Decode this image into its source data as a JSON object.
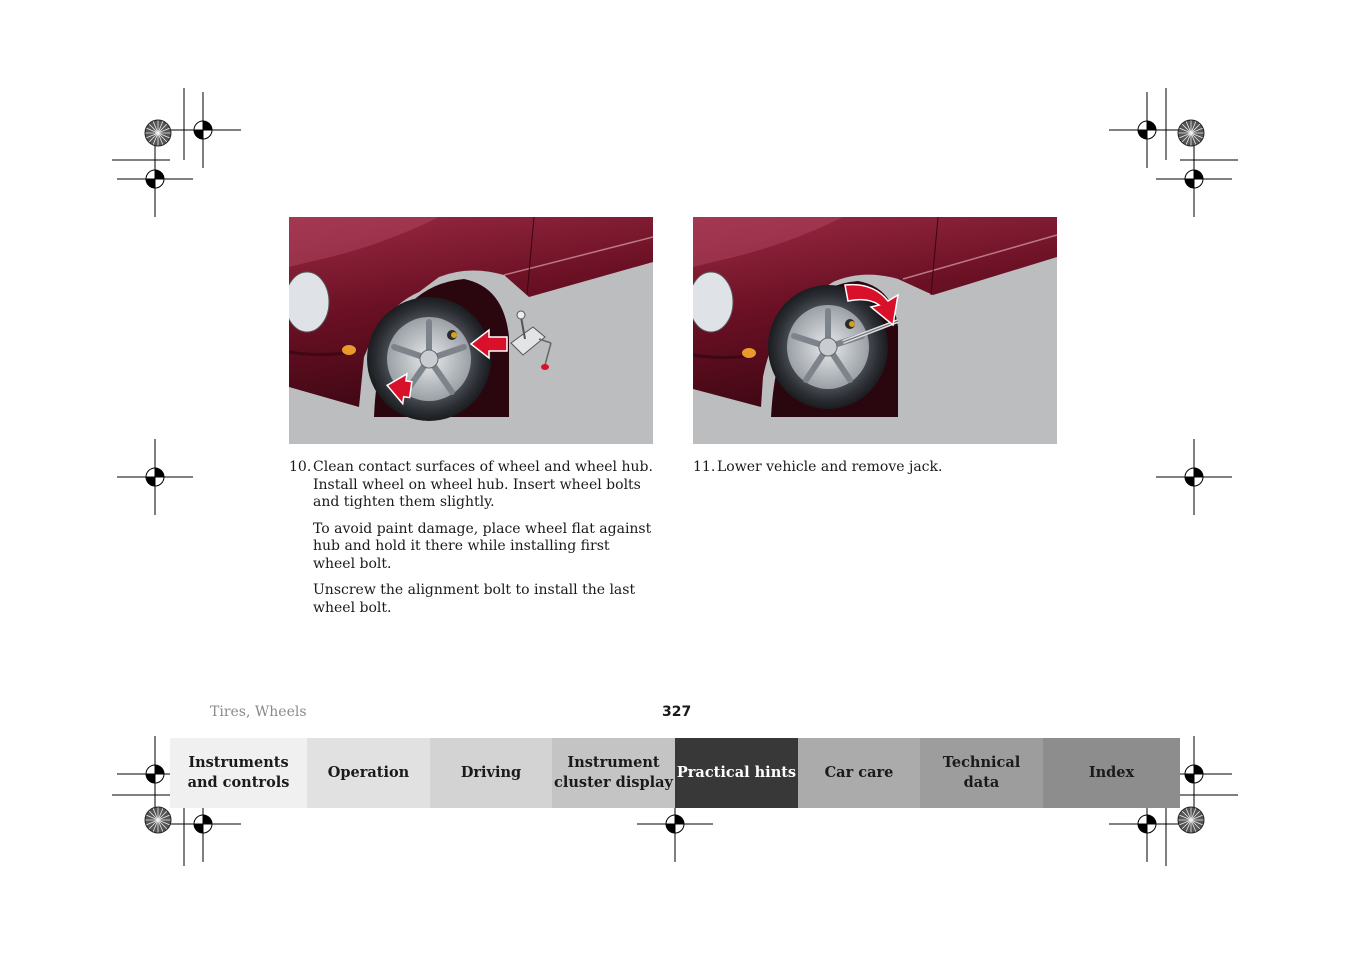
{
  "figures": [
    {
      "name": "wheel-installation-illustration"
    },
    {
      "name": "lower-vehicle-illustration"
    }
  ],
  "steps": [
    {
      "number": "10.",
      "paragraphs": [
        "Clean contact surfaces of wheel and wheel hub. Install wheel on wheel hub. Insert wheel bolts and tighten them slightly.",
        "To avoid paint damage, place wheel flat against hub and hold it there while installing first wheel bolt.",
        "Unscrew the alignment bolt to install the last wheel bolt."
      ]
    },
    {
      "number": "11.",
      "paragraphs": [
        "Lower vehicle and remove jack."
      ]
    }
  ],
  "footer": {
    "section": "Tires, Wheels",
    "page_number": "327"
  },
  "nav": {
    "active_index": 4,
    "tabs": [
      {
        "label": "Instruments\nand controls",
        "bg": "#f0f0f0",
        "color": "#1a1a1a"
      },
      {
        "label": "Operation",
        "bg": "#e1e1e1",
        "color": "#1a1a1a"
      },
      {
        "label": "Driving",
        "bg": "#d3d3d3",
        "color": "#1a1a1a"
      },
      {
        "label": "Instrument\ncluster display",
        "bg": "#c4c4c4",
        "color": "#1a1a1a"
      },
      {
        "label": "Practical hints",
        "bg": "#383838",
        "color": "#ffffff"
      },
      {
        "label": "Car care",
        "bg": "#ababab",
        "color": "#1a1a1a"
      },
      {
        "label": "Technical\ndata",
        "bg": "#9d9d9d",
        "color": "#1a1a1a"
      },
      {
        "label": "Index",
        "bg": "#8d8d8d",
        "color": "#1a1a1a"
      }
    ]
  },
  "colors": {
    "car_body": "#6b1024",
    "arrow": "#d8102a",
    "ground": "#bcbdbf"
  }
}
